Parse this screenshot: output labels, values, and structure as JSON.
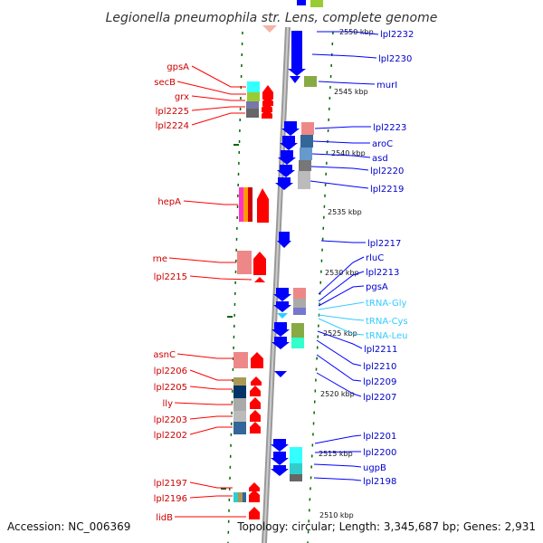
{
  "title": "Legionella pneumophila str. Lens, complete genome",
  "footer": {
    "accession": "Accession: NC_006369",
    "topology": "Topology: circular; Length: 3,345,687 bp; Genes: 2,931"
  },
  "colors": {
    "forward": "#ff0000",
    "reverse": "#0000ff",
    "trna": "#33ccff",
    "backbone": "#888888",
    "ticks": "#006600"
  },
  "kbp_labels": [
    "2550 kbp",
    "2545 kbp",
    "2540 kbp",
    "2535 kbp",
    "2530 kbp",
    "2525 kbp",
    "2520 kbp",
    "2515 kbp",
    "2510 kbp"
  ],
  "left_labels": [
    "gpsA",
    "secB",
    "grx",
    "lpl2225",
    "lpl2224",
    "hepA",
    "rne",
    "lpl2215",
    "asnC",
    "lpl2206",
    "lpl2205",
    "lly",
    "lpl2203",
    "lpl2202",
    "lpl2197",
    "lpl2196",
    "lidB"
  ],
  "right_labels": [
    "lpl2232",
    "lpl2230",
    "murI",
    "lpl2223",
    "aroC",
    "asd",
    "lpl2220",
    "lpl2219",
    "lpl2217",
    "rluC",
    "lpl2213",
    "pgsA",
    "lpl2211",
    "lpl2210",
    "lpl2209",
    "lpl2207",
    "lpl2201",
    "lpl2200",
    "ugpB",
    "lpl2198"
  ],
  "trna_labels": [
    "tRNA-Gly",
    "tRNA-Cys",
    "tRNA-Leu"
  ]
}
